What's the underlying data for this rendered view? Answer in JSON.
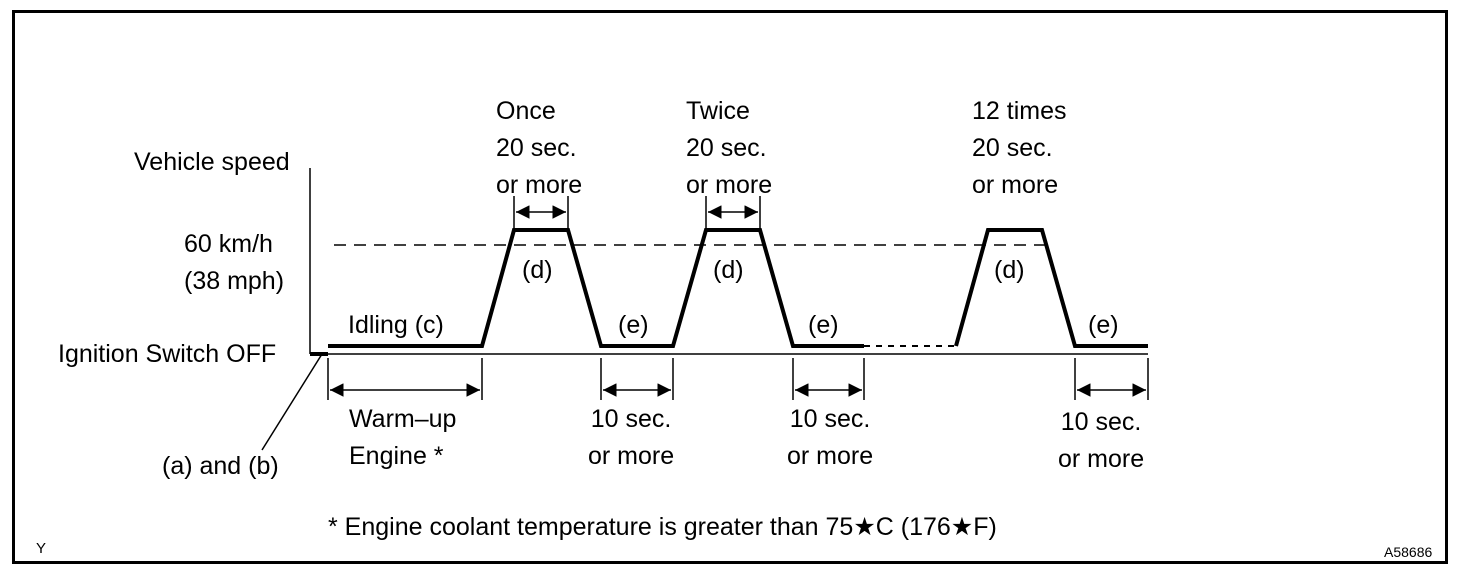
{
  "diagram": {
    "y_axis_label": "Vehicle speed",
    "speed_label": "60 km/h\n(38 mph)",
    "ignition_label": "Ignition Switch OFF",
    "ignition_note": "(a) and (b)",
    "idling_label": "Idling (c)",
    "warmup_label": "Warm–up\nEngine *",
    "cycles": [
      {
        "header": "Once\n20 sec.\nor more",
        "d_label": "(d)",
        "e_label": "(e)",
        "interval": "10 sec.\nor more"
      },
      {
        "header": "Twice\n20 sec.\nor more",
        "d_label": "(d)",
        "e_label": "(e)",
        "interval": "10 sec.\nor more"
      },
      {
        "header": "12 times\n20 sec.\nor more",
        "d_label": "(d)",
        "e_label": "(e)",
        "interval": "10 sec.\nor more"
      }
    ],
    "footnote": "* Engine coolant temperature is greater than 75★C (176★F)",
    "corner_left": "Y",
    "corner_right": "A58686"
  }
}
